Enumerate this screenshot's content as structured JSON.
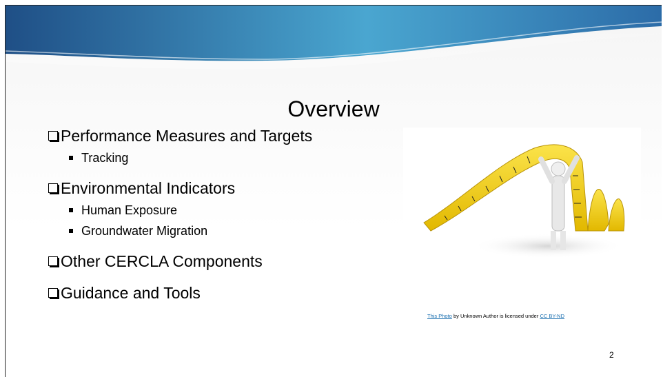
{
  "slide": {
    "title": "Overview",
    "bullets": [
      {
        "text": "Performance Measures and Targets",
        "sub": [
          "Tracking"
        ]
      },
      {
        "text": "Environmental Indicators",
        "sub": [
          "Human Exposure",
          "Groundwater Migration"
        ]
      },
      {
        "text": "Other CERCLA Components",
        "sub": []
      },
      {
        "text": "Guidance and Tools",
        "sub": []
      }
    ],
    "credit": {
      "link1": "This Photo",
      "middle": " by Unknown Author is licensed under ",
      "link2": "CC BY-ND"
    },
    "page_number": "2"
  },
  "colors": {
    "banner_dark": "#1f4f86",
    "banner_light": "#4aa6d0",
    "tape_yellow": "#f4d21c",
    "link": "#1a6fb0"
  },
  "image": {
    "icon": "measuring-tape-figure-illustration"
  }
}
